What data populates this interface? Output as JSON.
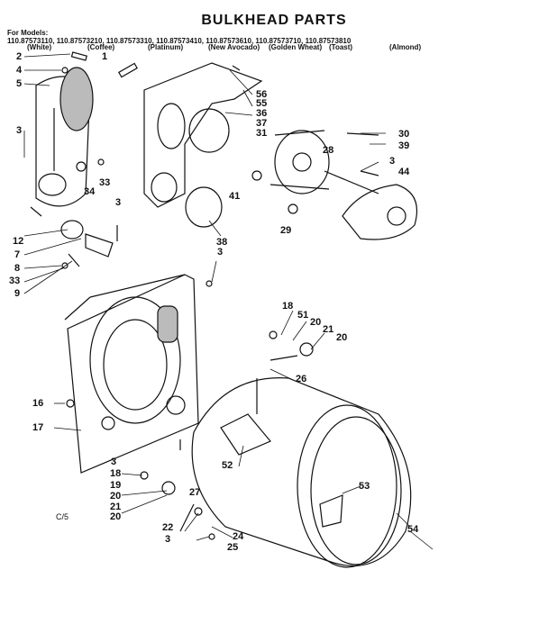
{
  "title": "BULKHEAD PARTS",
  "models_label": "For Models:",
  "models_line": "110.87573110, 110.87573210, 110.87573310, 110.87573410, 110.87573610, 110.87573710, 110.87573810",
  "colors": [
    "(White)",
    "(Coffee)",
    "(Platinum)",
    "(New Avocado)",
    "(Golden Wheat)",
    "(Toast)",
    "(Almond)"
  ],
  "corner_mark": "C/5",
  "part_numbers": {
    "p2": "2",
    "p1": "1",
    "p4": "4",
    "p5": "5",
    "p3a": "3",
    "p34": "34",
    "p33a": "33",
    "p3b": "3",
    "p12": "12",
    "p7": "7",
    "p8": "8",
    "p33b": "33",
    "p9": "9",
    "p56": "56",
    "p55": "55",
    "p36": "36",
    "p37": "37",
    "p31": "31",
    "p28": "28",
    "p30": "30",
    "p39": "39",
    "p3c": "3",
    "p44": "44",
    "p41": "41",
    "p29": "29",
    "p38": "38",
    "p3d": "3",
    "p18a": "18",
    "p51": "51",
    "p20a": "20",
    "p21a": "21",
    "p20b": "20",
    "p26": "26",
    "p16": "16",
    "p17": "17",
    "p52": "52",
    "p53": "53",
    "p3e": "3",
    "p18b": "18",
    "p19": "19",
    "p20c": "20",
    "p21b": "21",
    "p20d": "20",
    "p27": "27",
    "p22": "22",
    "p3f": "3",
    "p24": "24",
    "p25": "25",
    "p54": "54"
  }
}
